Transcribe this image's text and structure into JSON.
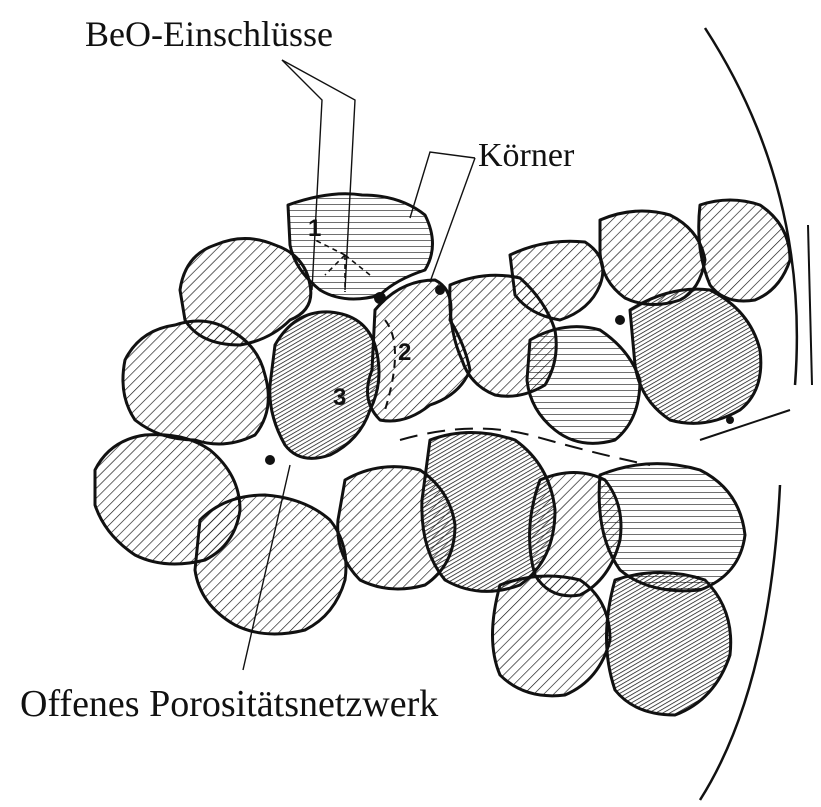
{
  "labels": {
    "inclusions": "BeO-Einschlüsse",
    "grains": "Körner",
    "porosity": "Offenes Porositätsnetzwerk"
  },
  "path_numbers": [
    "1",
    "2",
    "3"
  ]
}
